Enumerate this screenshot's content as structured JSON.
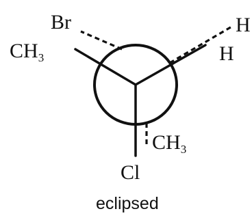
{
  "molecule": {
    "front_substituents": {
      "upper_left": "CH",
      "upper_left_subscript": "3",
      "upper_right": "H",
      "bottom": "Cl"
    },
    "back_substituents": {
      "upper_left": "Br",
      "upper_right": "H",
      "bottom": "CH",
      "bottom_subscript": "3"
    }
  },
  "caption": "eclipsed"
}
